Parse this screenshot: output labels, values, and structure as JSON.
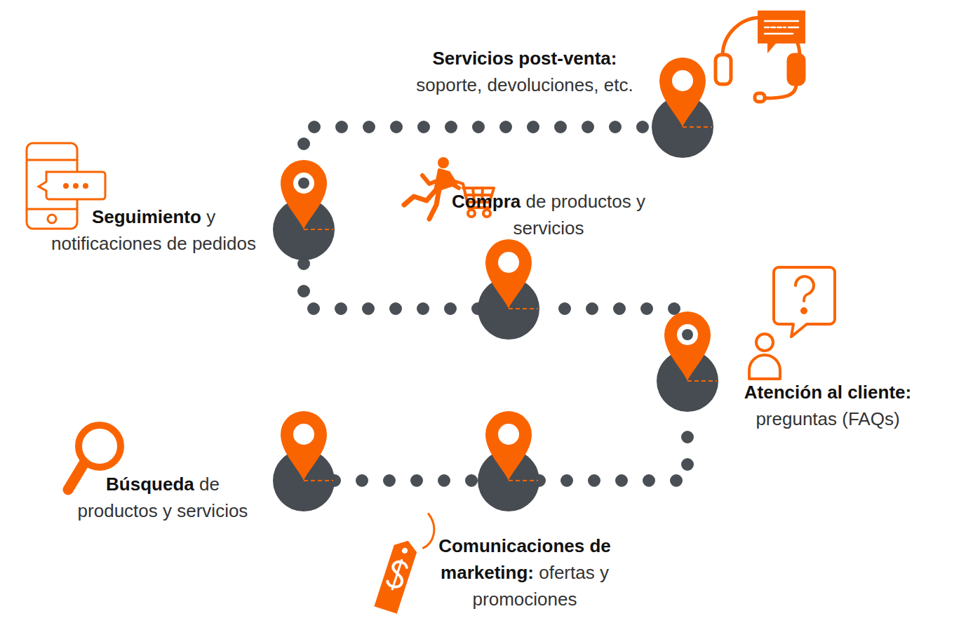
{
  "diagram": {
    "nodes": [
      {
        "text": [
          "Búsqueda",
          "de productos y servicios"
        ]
      },
      {
        "text": [
          "Comunicaciones de marketing:",
          "ofertas y promociones"
        ]
      },
      {
        "text": [
          "Atención al cliente:",
          "preguntas (FAQs)"
        ]
      },
      {
        "text": [
          "Compra",
          "de productos y servicios"
        ]
      },
      {
        "text": [
          "Seguimiento",
          "y notificaciones de pedidos"
        ]
      },
      {
        "text": [
          "Servicios post-venta:",
          "soporte, devoluciones, etc."
        ]
      }
    ],
    "edges": [
      {
        "from": 0,
        "to": 1,
        "arrow": "none"
      },
      {
        "from": 1,
        "to": 2,
        "arrow": "none"
      },
      {
        "from": 2,
        "to": 3,
        "arrow": "none"
      },
      {
        "from": 3,
        "to": 4,
        "arrow": "none"
      },
      {
        "from": 4,
        "to": 5,
        "arrow": "none"
      }
    ]
  }
}
